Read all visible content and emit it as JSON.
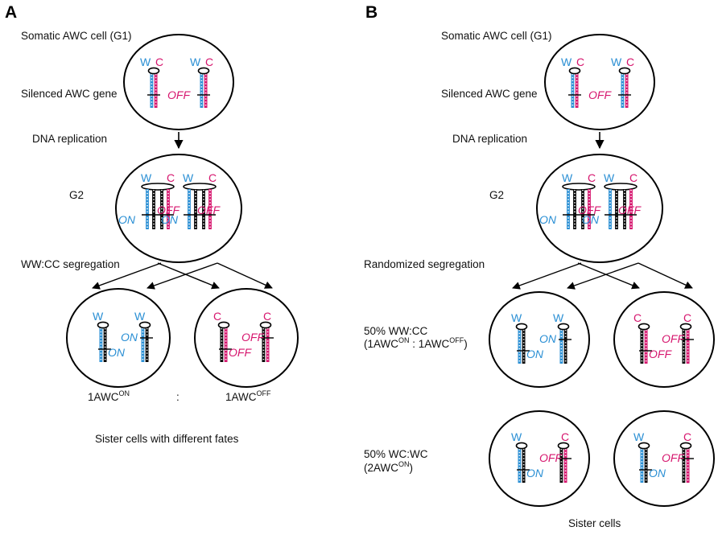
{
  "colors": {
    "W": "#2a8fd4",
    "C": "#d6166e",
    "black": "#000000"
  },
  "labels": {
    "W": "W",
    "C": "C",
    "on": "ON",
    "off": "OFF"
  },
  "panelA": {
    "letter": "A",
    "somatic": "Somatic AWC cell (G1)",
    "silenced": "Silenced AWC gene",
    "replication": "DNA replication",
    "g2": "G2",
    "segregation": "WW:CC segregation",
    "ratio_left": {
      "main": "1AWC",
      "sup": "ON"
    },
    "ratio_colon": ":",
    "ratio_right": {
      "main": "1AWC",
      "sup": "OFF"
    },
    "caption": "Sister cells with different fates"
  },
  "panelB": {
    "letter": "B",
    "somatic": "Somatic AWC cell (G1)",
    "silenced": "Silenced AWC gene",
    "replication": "DNA replication",
    "g2": "G2",
    "segregation": "Randomized segregation",
    "ww": {
      "line1": "50% WW:CC",
      "open": "(1AWC",
      "sup1": "ON",
      "mid": " : 1AWC",
      "sup2": "OFF",
      "close": ")"
    },
    "wc": {
      "line1": "50% WC:WC",
      "open": "(2AWC",
      "sup1": "ON",
      "close": ")"
    },
    "caption": "Sister cells"
  }
}
